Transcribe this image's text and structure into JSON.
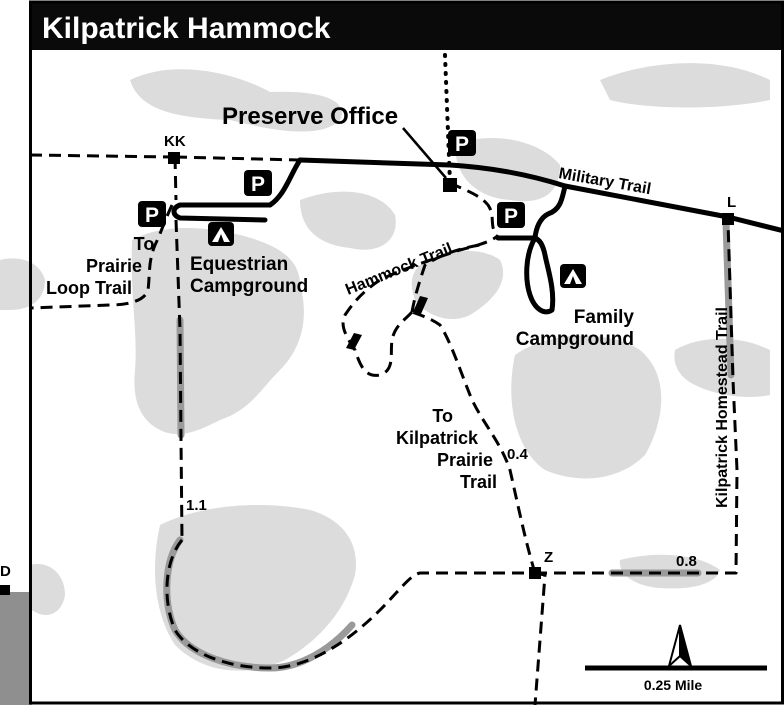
{
  "title": "Kilpatrick Hammock",
  "colors": {
    "header": "#0a0a0a",
    "hammock": "#dcdcdc",
    "trail_highlight": "#9a9a9a",
    "road": "#000000",
    "edge_band": "#8f8f8f"
  },
  "labels": {
    "preserve_office": "Preserve Office",
    "military_trail": "Military Trail",
    "hammock_trail": "Hammock Trail",
    "homestead_trail": "Kilpatrick Homestead Trail",
    "to_prairie_line1": "To",
    "to_prairie_line2": "Prairie",
    "to_prairie_line3": "Loop Trail",
    "equestrian_line1": "Equestrian",
    "equestrian_line2": "Campground",
    "family_line1": "Family",
    "family_line2": "Campground",
    "to_kilpatrick_line1": "To",
    "to_kilpatrick_line2": "Kilpatrick",
    "to_kilpatrick_line3": "Prairie",
    "to_kilpatrick_line4": "Trail"
  },
  "waypoints": {
    "kk": "KK",
    "l": "L",
    "z": "Z",
    "d": "D"
  },
  "distances": {
    "west_leg": "1.1",
    "prairie_leg": "0.4",
    "south_leg": "0.8"
  },
  "symbols": {
    "parking": "P",
    "parking_icon": "parking-icon",
    "camp_icon": "tent-icon",
    "bridge_icon": "bridge-icon",
    "north_icon": "north-arrow-icon"
  },
  "scale_bar": {
    "label": "0.25 Mile"
  }
}
